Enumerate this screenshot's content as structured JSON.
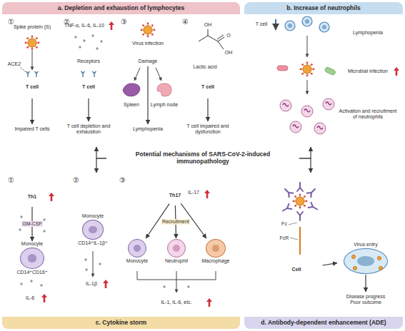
{
  "diagram": {
    "nodes": [
      {
        "text": [
          "a. Depletion and exhaustion of lymphocytes"
        ]
      },
      {
        "text": [
          "①"
        ],
        "in": 0
      },
      {
        "text": [
          "T cell"
        ],
        "in": 1
      },
      {
        "text": [
          "Impaired T cells"
        ],
        "in": 1
      },
      {
        "text": [
          "②"
        ],
        "in": 0
      },
      {
        "text": [
          "T cell"
        ],
        "in": 4
      },
      {
        "text": [
          "T cell depletion and exhaustion"
        ],
        "in": 4
      },
      {
        "text": [
          "③"
        ],
        "in": 0
      },
      {
        "text": [
          "Damage"
        ],
        "in": 7
      },
      {
        "text": [
          "Lymphopenia"
        ],
        "in": 7
      },
      {
        "text": [
          "④"
        ],
        "in": 0
      },
      {
        "text": [
          "T cell"
        ],
        "in": 10
      },
      {
        "text": [
          "T cell impaired and dysfunction"
        ],
        "in": 10
      },
      {
        "text": [
          "b. Increase of neutrophils"
        ]
      },
      {
        "text": [
          "Lymphopenia"
        ],
        "in": 13
      },
      {
        "text": [
          "Microbial infection"
        ],
        "in": 13
      },
      {
        "text": [
          "Potential mechanisms of SARS-CoV-2-induced immunopathology"
        ]
      },
      {
        "text": [
          "c. Cytokine storm"
        ]
      },
      {
        "text": [
          "①"
        ],
        "in": 17
      },
      {
        "text": [
          "Th1"
        ],
        "in": 18
      },
      {
        "text": [
          "Monocyte",
          "CD14⁺CD16⁺"
        ],
        "in": 18
      },
      {
        "text": [
          "②"
        ],
        "in": 17
      },
      {
        "text": [
          "Monocyte",
          "CD14⁺IL-1β⁺"
        ],
        "in": 21
      },
      {
        "text": [
          "③"
        ],
        "in": 17
      },
      {
        "text": [
          "Th17"
        ],
        "in": 23
      },
      {
        "text": [
          "Monocyte"
        ],
        "in": 23
      },
      {
        "text": [
          "Neutrophil"
        ],
        "in": 23
      },
      {
        "text": [
          "Macrophage"
        ],
        "in": 23
      },
      {
        "text": [
          "d. Antibody-dependent enhancement (ADE)"
        ]
      },
      {
        "text": [
          "Cell"
        ],
        "in": 28
      },
      {
        "text": [
          "Virus entry"
        ],
        "in": 28
      },
      {
        "text": [
          "Disease progress Poor outcome"
        ],
        "in": 28
      }
    ],
    "edges": [
      {
        "from": 2,
        "to": 3,
        "arrow": "to"
      },
      {
        "from": 5,
        "to": 6,
        "arrow": "to"
      },
      {
        "from": 8,
        "to": 9,
        "arrow": "to"
      },
      {
        "from": 11,
        "to": 12,
        "arrow": "to"
      },
      {
        "from": 19,
        "to": 20,
        "label": "GM-CSF",
        "arrow": "to"
      },
      {
        "from": 24,
        "to": 25,
        "arrow": "to"
      },
      {
        "from": 24,
        "to": 26,
        "label": "Recruitment",
        "arrow": "to"
      },
      {
        "from": 24,
        "to": 27,
        "arrow": "to"
      },
      {
        "from": 29,
        "to": 30,
        "arrow": "to"
      },
      {
        "from": 30,
        "to": 31,
        "arrow": "to"
      },
      {
        "from": 16,
        "to": 0,
        "arrow": "to"
      },
      {
        "from": 16,
        "to": 13,
        "arrow": "to"
      },
      {
        "from": 16,
        "to": 17,
        "arrow": "to"
      },
      {
        "from": 16,
        "to": 28,
        "arrow": "to"
      }
    ],
    "labels": [
      "Spike protein (S)",
      "ACE2",
      "TNF-α, IL-6, IL-10",
      "Receptors",
      "Virus infection",
      "Spleen",
      "Lymph node",
      "OH",
      "O",
      "OH",
      "Lactic acid",
      "T cell",
      "Activation and recruitment of neutrophils",
      "IL-6",
      "IL-1β",
      "IL-17",
      "IL-1, IL-6, etc.",
      "Fc",
      "FcR"
    ]
  }
}
